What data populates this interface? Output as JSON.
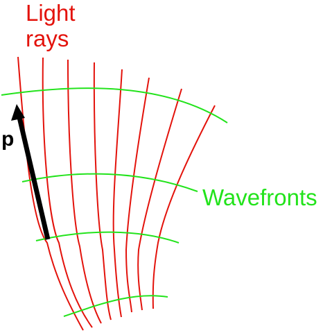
{
  "labels": {
    "rays_line1": "Light",
    "rays_line2": "rays",
    "wavefronts": "Wavefronts",
    "momentum": "p"
  },
  "colors": {
    "ray": "#e3120b",
    "wavefront": "#22e31b",
    "arrow": "#000000",
    "background": "#ffffff"
  }
}
